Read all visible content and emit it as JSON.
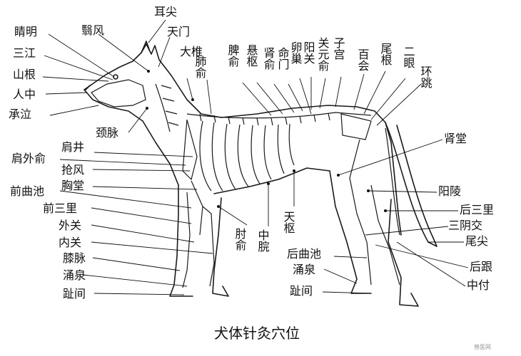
{
  "caption": "犬体针灸穴位",
  "watermark": "兽医网",
  "labels": {
    "jingming": "睛明",
    "yifeng": "翳风",
    "erjian": "耳尖",
    "tianmen": "天门",
    "sanjiang": "三江",
    "shangen": "山根",
    "renzhong": "人中",
    "chengqi": "承泣",
    "jingmai": "颈脉",
    "dazhui": "大椎",
    "feishu": "肺俞",
    "pishu": "脾俞",
    "xuanshu": "悬枢",
    "shenshu": "肾俞",
    "mingmen": "命门",
    "luanchao": "卵巢",
    "yangguan": "阳关",
    "guanyuanshu": "关元俞",
    "zigong": "子宫",
    "baihui": "百会",
    "weigen": "尾根",
    "eryan": "二眼",
    "huantiao": "环跳",
    "jianjing": "肩井",
    "jianwaishu": "肩外俞",
    "qiangfeng": "抢风",
    "xiongtang": "胸堂",
    "qianquchi": "前曲池",
    "qiansanli": "前三里",
    "waiguan": "外关",
    "neiguan": "内关",
    "ximai": "膝脉",
    "yongquan_front": "涌泉",
    "zhijian_front": "趾间",
    "zhoushu": "肘俞",
    "zhongwan": "中脘",
    "tianshu": "天枢",
    "houquchi": "后曲池",
    "yongquan_hind": "涌泉",
    "zhijian_hind": "趾间",
    "shentang": "肾堂",
    "yangling": "阳陵",
    "housanli": "后三里",
    "sanyinjiao": "三阴交",
    "weijian": "尾尖",
    "hougen": "后跟",
    "zhongfu": "中付"
  }
}
